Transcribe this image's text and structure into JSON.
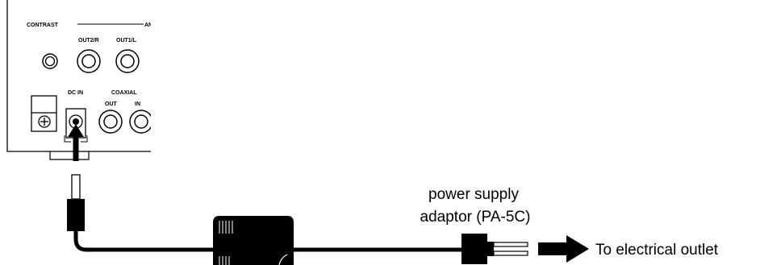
{
  "panel": {
    "contrast_label": "CONTRAST",
    "analog_label": "ANALOG",
    "out2_label": "OUT2/R",
    "out1_label": "OUT1/L",
    "dcin_label": "DC IN",
    "coaxial_label": "COAXIAL",
    "coax_out_label": "OUT",
    "coax_in_label": "IN"
  },
  "adaptor_label_line1": "power supply",
  "adaptor_label_line2": "adaptor (PA-5C)",
  "outlet_label": "To electrical outlet",
  "colors": {
    "ink": "#000000",
    "background": "#ffffff",
    "label_gray": "#2a2a2a"
  }
}
